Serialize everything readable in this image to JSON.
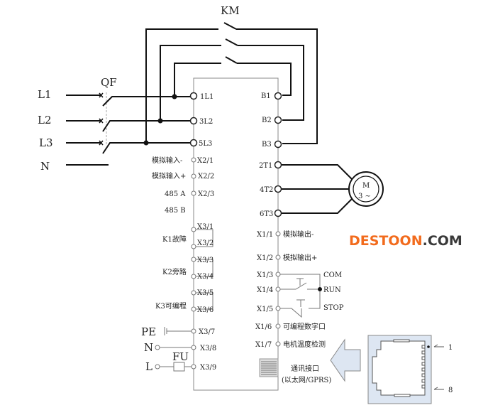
{
  "km_label": "KM",
  "qf_label": "QF",
  "supply": {
    "l1": "L1",
    "l2": "L2",
    "l3": "L3",
    "n": "N"
  },
  "left_terminals": {
    "t1l1": "1L1",
    "t3l2": "3L2",
    "t5l3": "5L3",
    "x21": "X2/1",
    "x22": "X2/2",
    "x23": "X2/3",
    "x31": "X3/1",
    "x32": "X3/2",
    "x33": "X3/3",
    "x34": "X3/4",
    "x35": "X3/5",
    "x36": "X3/6",
    "x37": "X3/7",
    "x38": "X3/8",
    "x39": "X3/9"
  },
  "left_labels": {
    "ain_minus": "模拟输入-",
    "ain_plus": "模拟输入+",
    "rs485a": "485 A",
    "rs485b": "485 B",
    "k1": "K1故障",
    "k2": "K2旁路",
    "k3": "K3可编程",
    "pe": "PE",
    "n": "N",
    "l": "L",
    "fu": "FU"
  },
  "right_terminals": {
    "b1": "B1",
    "b2": "B2",
    "b3": "B3",
    "t2t1": "2T1",
    "t4t2": "4T2",
    "t6t3": "6T3",
    "x11": "X1/1",
    "x12": "X1/2",
    "x13": "X1/3",
    "x14": "X1/4",
    "x15": "X1/5",
    "x16": "X1/6",
    "x17": "X1/7"
  },
  "right_labels": {
    "aout_minus": "模拟输出-",
    "aout_plus": "模拟输出+",
    "com": "COM",
    "run": "RUN",
    "stop": "STOP",
    "prog_digital": "可编程数字口",
    "motor_temp": "电机温度检测",
    "comm_line1": "通讯接口",
    "comm_line2": "(以太网/GPRS)"
  },
  "motor": {
    "line1": "M",
    "line2": "3 ~"
  },
  "rj45": {
    "pin_first": "1",
    "pin_last": "8"
  },
  "watermark": {
    "part1": "DESTOON",
    "part2": ".COM"
  },
  "colors": {
    "watermark_orange": "#f26b1d",
    "watermark_gray": "#3a3a3a",
    "port_fill": "#dde6f2"
  }
}
